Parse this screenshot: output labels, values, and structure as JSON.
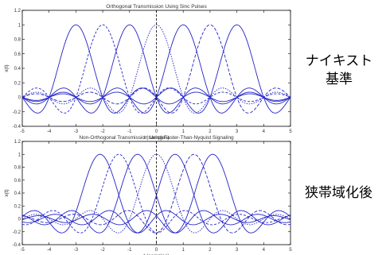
{
  "labels": {
    "top_line1": "ナイキスト",
    "top_line2": "基準",
    "bottom": "狭帯域化後"
  },
  "chart_data": [
    {
      "type": "line",
      "title": "Orthogonal Transmission Using Sinc Pulses",
      "xlabel": "t (samples)",
      "ylabel": "x(t)",
      "xlim": [
        -5,
        5
      ],
      "ylim": [
        -0.4,
        1.2
      ],
      "xticks": [
        "-5",
        "-4",
        "-3",
        "-2",
        "-1",
        "0",
        "1",
        "2",
        "3",
        "4",
        "5"
      ],
      "yticks": [
        "-0.4",
        "-0.2",
        "0",
        "0.2",
        "0.4",
        "0.6",
        "0.8",
        "1",
        "1.2"
      ],
      "pulse": "sinc",
      "series": [
        {
          "center": -3
        },
        {
          "center": -2
        },
        {
          "center": -1
        },
        {
          "center": 0
        },
        {
          "center": 1
        },
        {
          "center": 2
        },
        {
          "center": 3
        }
      ],
      "dashed_marker_x": 0,
      "color": "#2323c8"
    },
    {
      "type": "line",
      "title": "Non-Orthogonal Transmission Using Faster-Than-Nyquist Signaling",
      "xlabel": "t (samples)",
      "ylabel": "x(t)",
      "xlim": [
        -5,
        5
      ],
      "ylim": [
        -0.4,
        1.2
      ],
      "xticks": [
        "-5",
        "-4",
        "-3",
        "-2",
        "-1",
        "0",
        "1",
        "2",
        "3",
        "4",
        "5"
      ],
      "yticks": [
        "-0.4",
        "-0.2",
        "0",
        "0.2",
        "0.4",
        "0.6",
        "0.8",
        "1",
        "1.2"
      ],
      "pulse": "sinc",
      "tau": 0.7,
      "series": [
        {
          "center": -2.1
        },
        {
          "center": -1.4
        },
        {
          "center": -0.7
        },
        {
          "center": 0
        },
        {
          "center": 0.7
        },
        {
          "center": 1.4
        },
        {
          "center": 2.1
        }
      ],
      "dashed_marker_x": 0,
      "color": "#2323c8"
    }
  ]
}
